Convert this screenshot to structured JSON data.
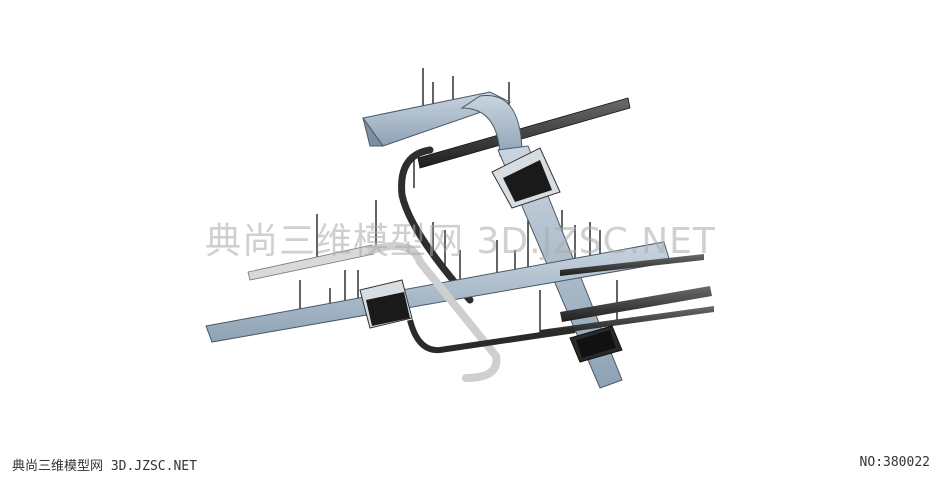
{
  "watermark": {
    "text": "典尚三维模型网 3D.JZSC.NET"
  },
  "footer": {
    "site_label": "典尚三维模型网 3D.JZSC.NET",
    "model_number": "NO:380022"
  },
  "colors": {
    "background": "#ffffff",
    "duct": "#a7b7c6",
    "pipe": "#3a3a3a",
    "watermark": "#aaaaaa"
  }
}
